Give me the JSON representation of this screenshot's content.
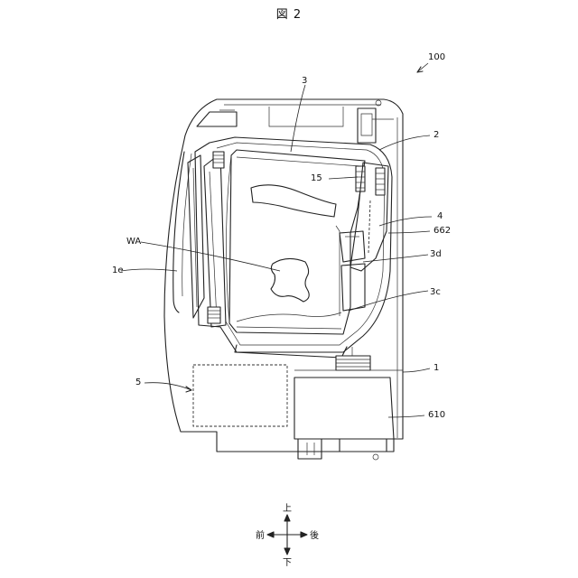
{
  "figure": {
    "title": "図 2"
  },
  "labels": {
    "device": "100",
    "drum": "3",
    "tub": "2",
    "element_15": "15",
    "element_4": "4",
    "element_662": "662",
    "laundry": "WA",
    "element_3d": "3d",
    "front_panel": "1e",
    "element_3c": "3c",
    "housing": "1",
    "control_unit": "5",
    "element_610": "610"
  },
  "directions": {
    "up": "上",
    "down": "下",
    "front": "前",
    "back": "後"
  }
}
